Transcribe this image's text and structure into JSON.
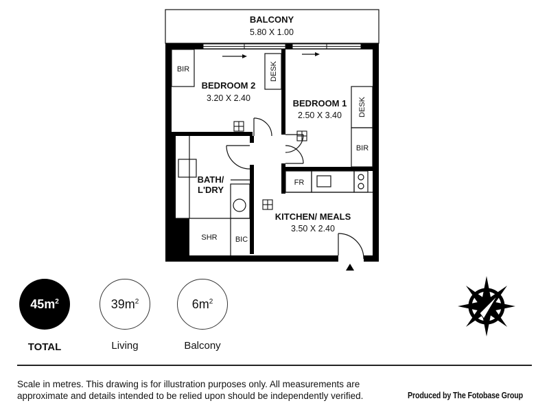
{
  "rooms": {
    "balcony": {
      "name": "BALCONY",
      "dim": "5.80 X 1.00"
    },
    "bedroom2": {
      "name": "BEDROOM 2",
      "dim": "3.20 X 2.40"
    },
    "bedroom1": {
      "name": "BEDROOM 1",
      "dim": "2.50 X 3.40"
    },
    "bath": {
      "line1": "BATH/",
      "line2": "L'DRY"
    },
    "kitchen": {
      "name": "KITCHEN/ MEALS",
      "dim": "3.50 X 2.40"
    }
  },
  "fixtures": {
    "bir": "BIR",
    "desk": "DESK",
    "fr": "FR",
    "shr": "SHR",
    "bic": "BIC"
  },
  "areas": {
    "total": {
      "value": "45m",
      "sup": "2",
      "label": "TOTAL"
    },
    "living": {
      "value": "39m",
      "sup": "2",
      "label": "Living"
    },
    "balcony": {
      "value": "6m",
      "sup": "2",
      "label": "Balcony"
    }
  },
  "footer": {
    "disclaimer": "Scale in metres. This drawing is for illustration purposes only. All measurements are approximate and details intended to be relied upon should be independently verified.",
    "credit": "Produced by The Fotobase Group"
  }
}
